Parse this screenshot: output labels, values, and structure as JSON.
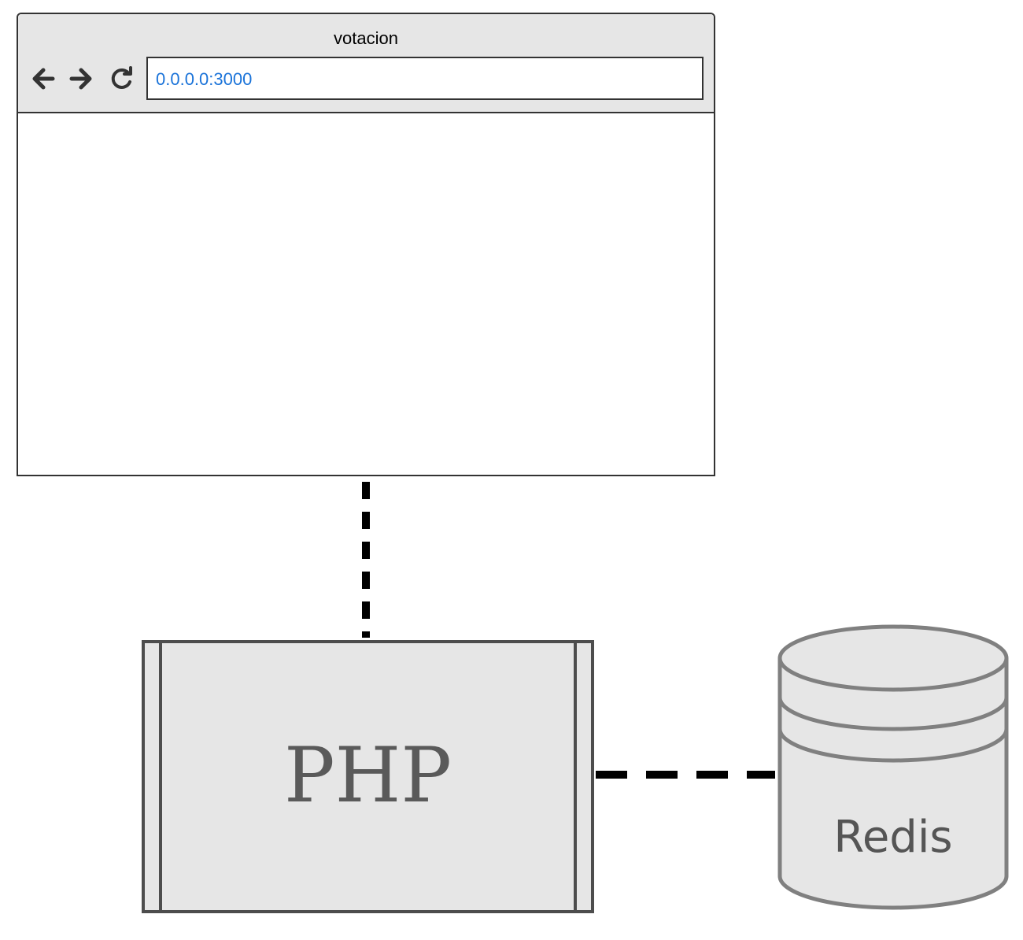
{
  "browser": {
    "title": "votacion",
    "address": "0.0.0.0:3000",
    "icons": [
      "back-arrow-icon",
      "forward-arrow-icon",
      "reload-icon"
    ]
  },
  "server": {
    "label": "PHP"
  },
  "database": {
    "label": "Redis"
  },
  "colors": {
    "shape_fill": "#e6e6e6",
    "border_dark": "#4d4d4d",
    "db_border": "#808080",
    "address_text": "#1a73d9",
    "connector": "#000000"
  }
}
